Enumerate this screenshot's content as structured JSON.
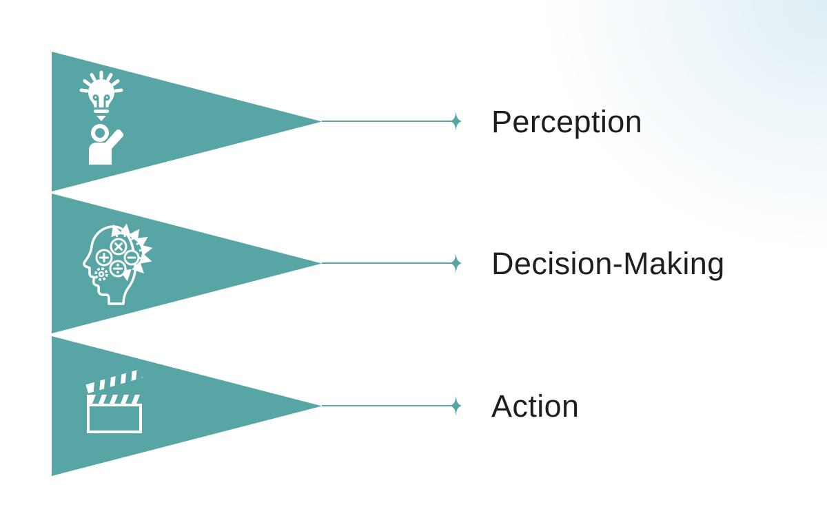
{
  "theme": {
    "accent": "#58A5A5",
    "icon_color": "#FFFFFF",
    "label_color": "#1E1E1E",
    "corner_tint": "#DFEEF5",
    "background": "#FFFFFF"
  },
  "diagram": {
    "type": "process-steps",
    "connector_marker": "four-pointed-star",
    "rows": [
      {
        "id": "perception",
        "label": "Perception",
        "icon": "idea-person-icon"
      },
      {
        "id": "decision-making",
        "label": "Decision-Making",
        "icon": "thinking-head-icon"
      },
      {
        "id": "action",
        "label": "Action",
        "icon": "clapperboard-icon"
      }
    ]
  }
}
